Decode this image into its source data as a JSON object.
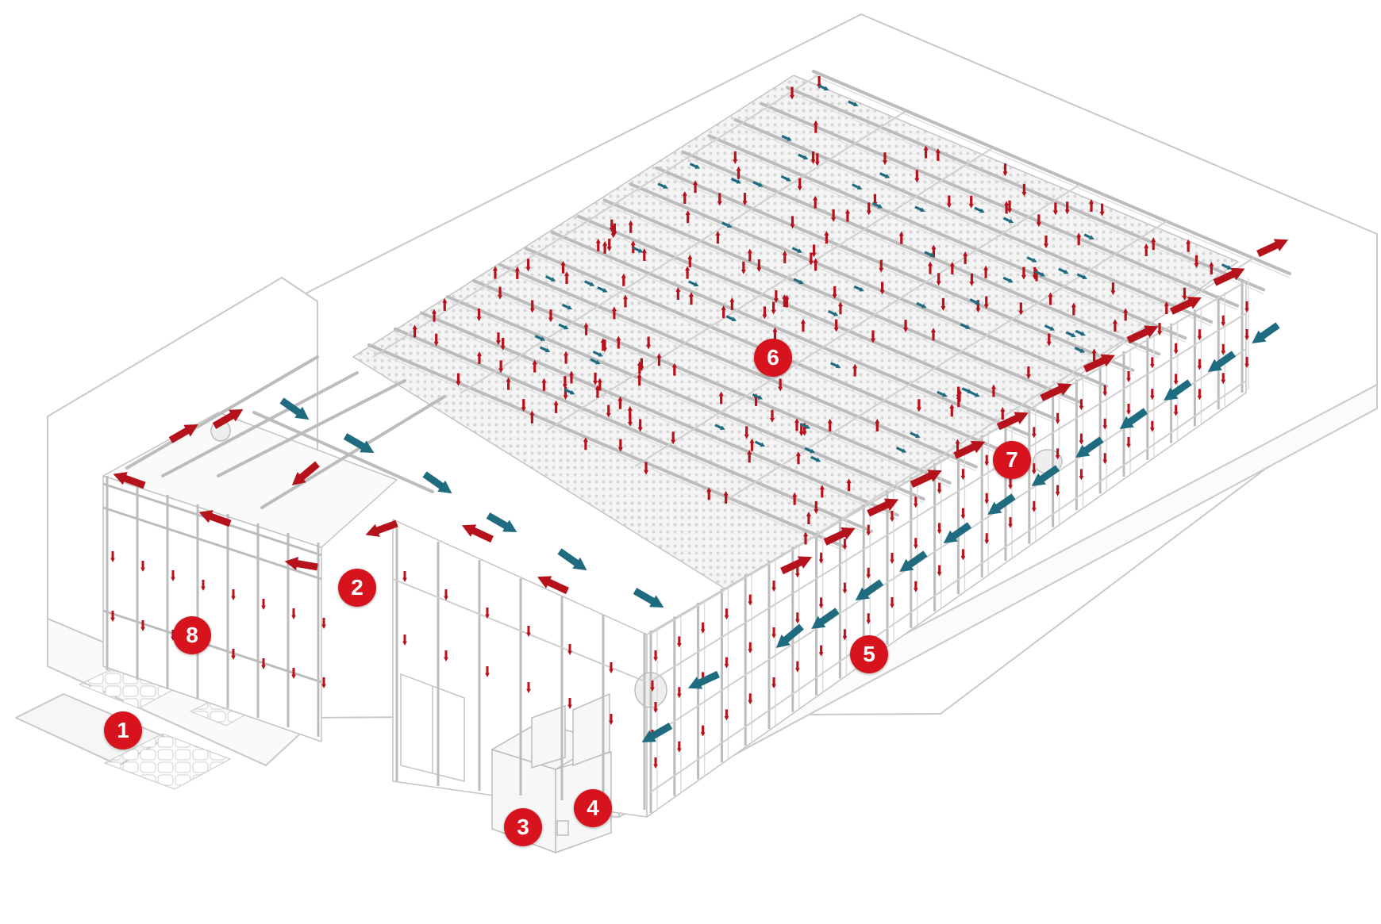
{
  "diagram": {
    "colors": {
      "outline": "#c9c9c9",
      "structure": "#bcbcbc",
      "supply_arrow": "#b5121b",
      "exhaust_arrow": "#1f6b80",
      "callout": "#d7141e",
      "callout_text": "#ffffff"
    },
    "callouts": [
      {
        "label": "1"
      },
      {
        "label": "2"
      },
      {
        "label": "3"
      },
      {
        "label": "4"
      },
      {
        "label": "5"
      },
      {
        "label": "6"
      },
      {
        "label": "7"
      },
      {
        "label": "8"
      }
    ]
  }
}
